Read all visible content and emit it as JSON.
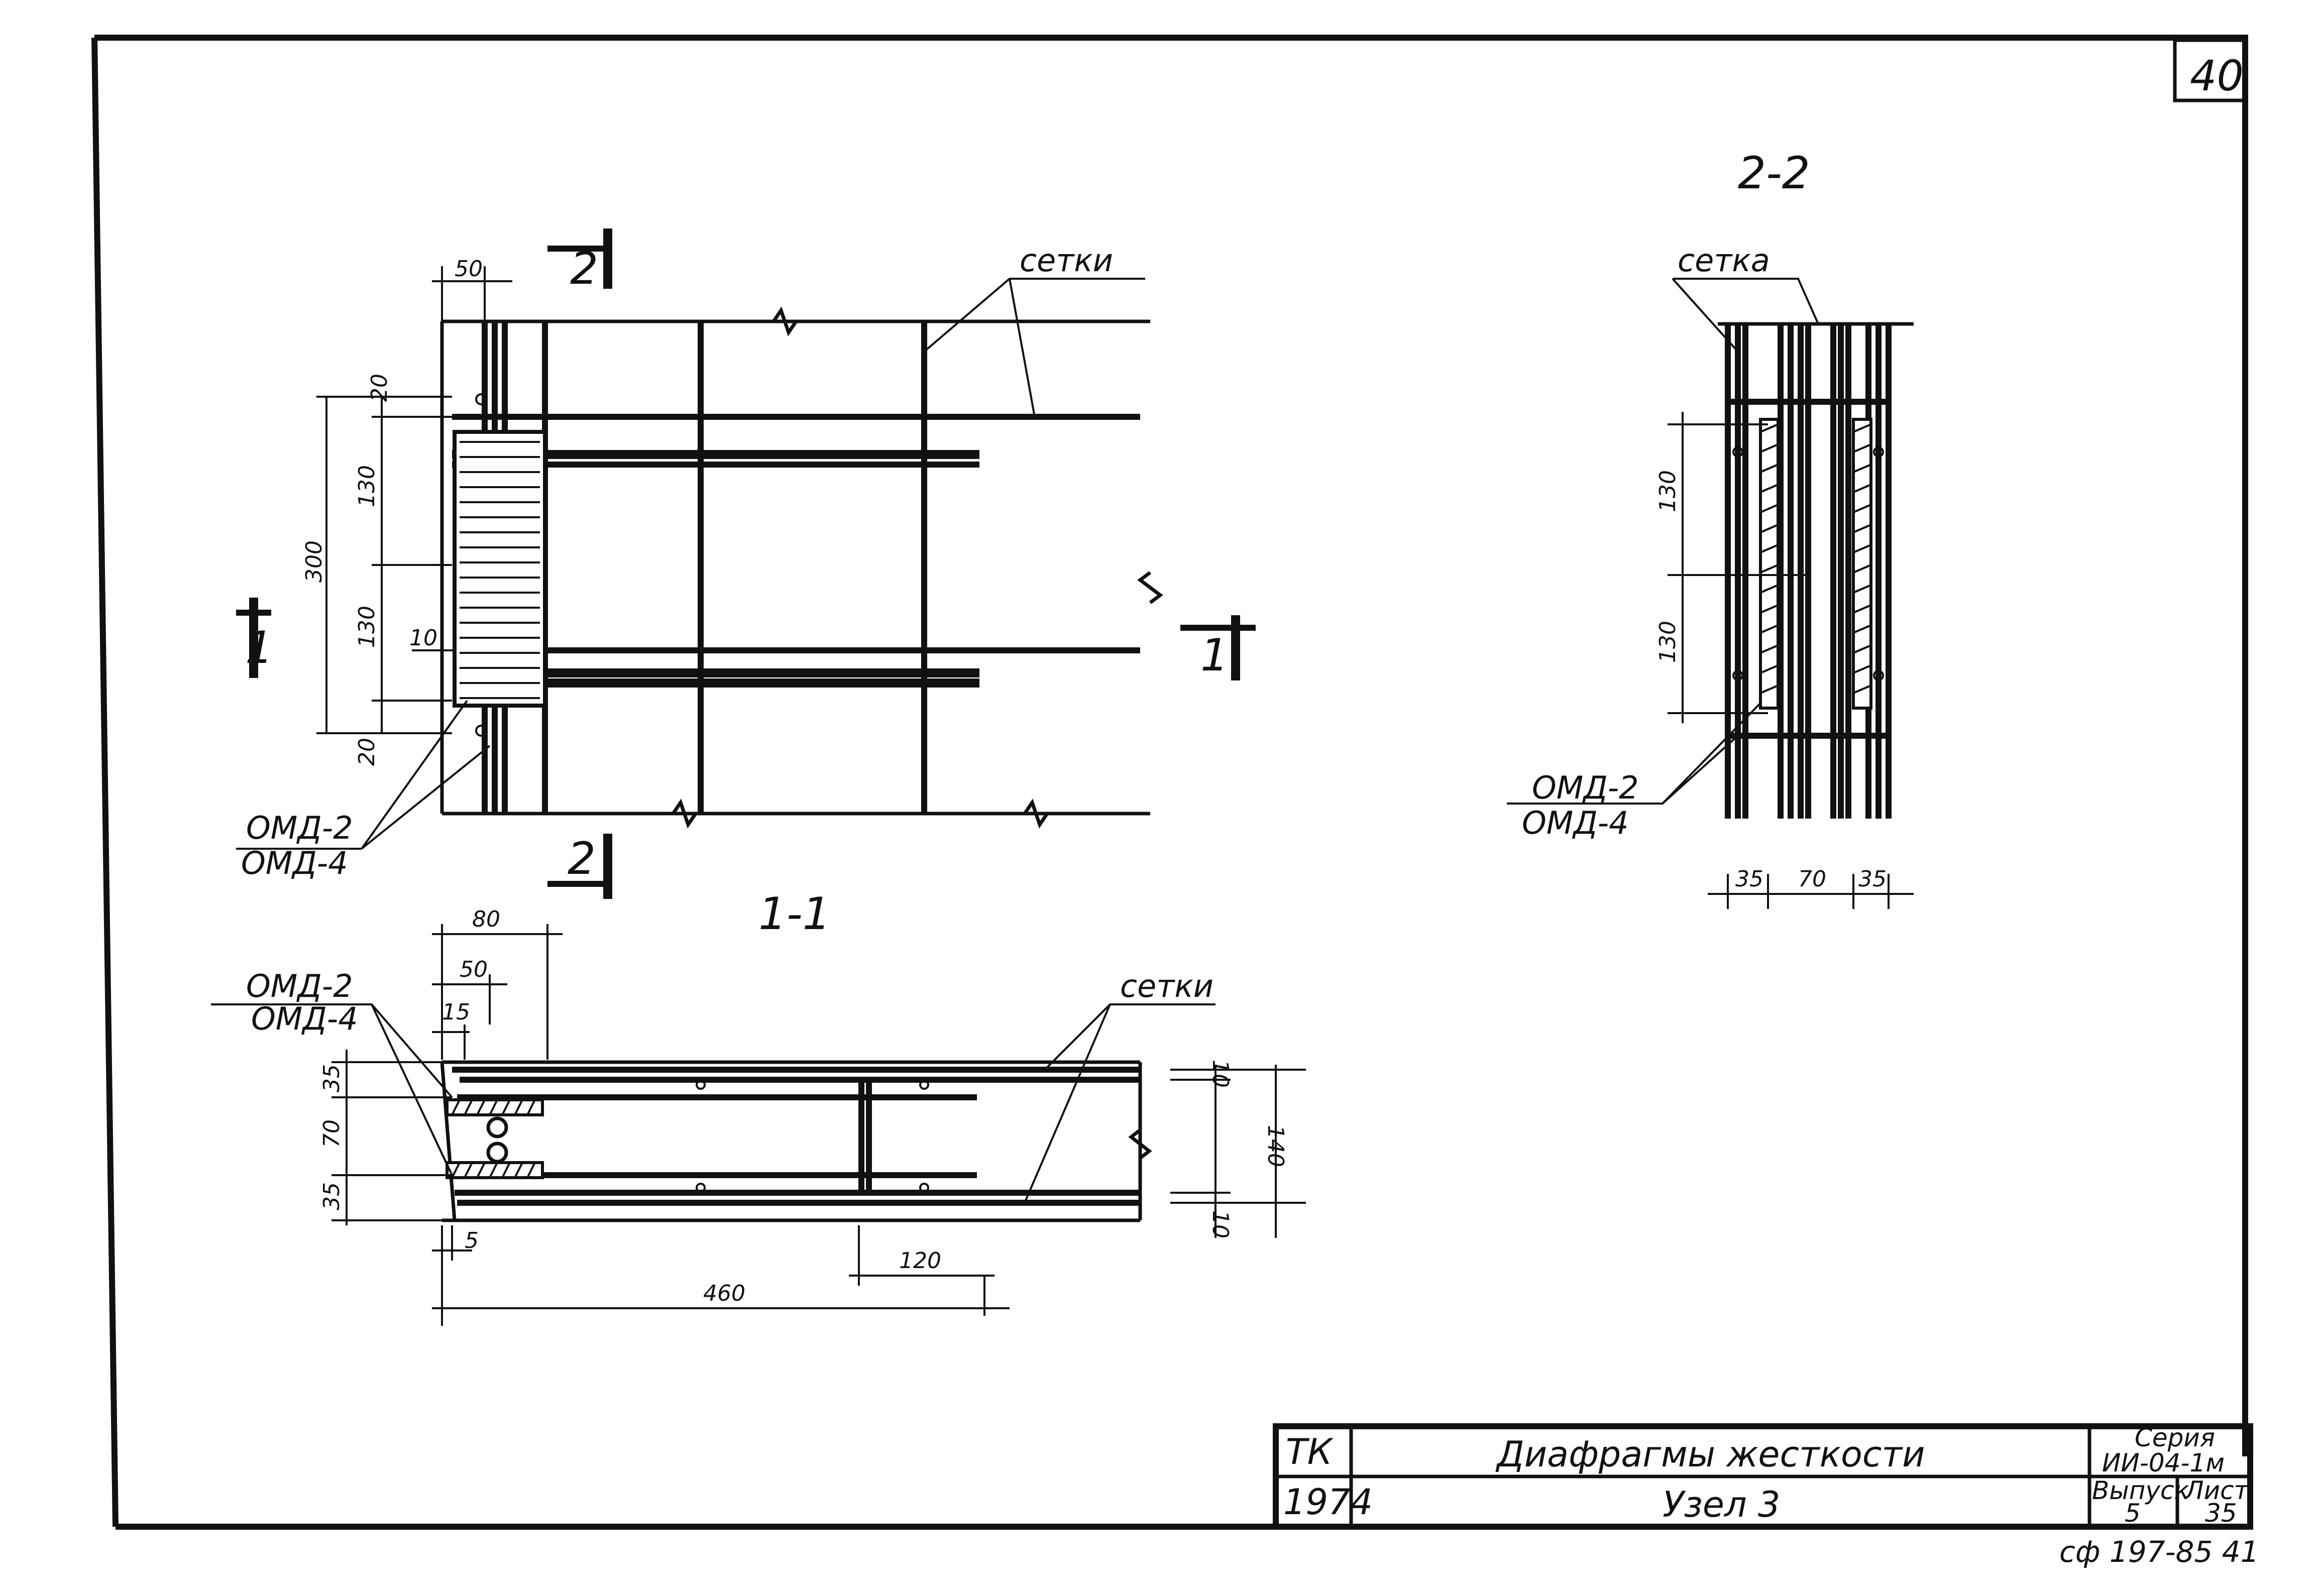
{
  "sheet": {
    "page_number": "40",
    "stamp": "сф 197-85 41"
  },
  "title_block": {
    "org": "ТК",
    "year": "1974",
    "title": "Диафрагмы    жесткости",
    "subtitle": "Узел 3",
    "series_label": "Серия",
    "series_value": "ИИ-04-1м",
    "issue_label": "Выпуск",
    "issue_value": "5",
    "sheet_label": "Лист",
    "sheet_value": "35"
  },
  "elevation": {
    "label_mesh": "сетки",
    "label_omd2": "ОМД-2",
    "label_omd4": "ОМД-4",
    "cut_2": "2",
    "cut_1": "1",
    "dims": {
      "d50": "50",
      "d20a": "20",
      "d130a": "130",
      "d300": "300",
      "d10": "10",
      "d130b": "130",
      "d20b": "20"
    }
  },
  "section_11": {
    "title": "1-1",
    "label_mesh": "сетки",
    "label_omd2": "ОМД-2",
    "label_omd4": "ОМД-4",
    "dims": {
      "d80": "80",
      "d50": "50",
      "d15": "15",
      "d35a": "35",
      "d70": "70",
      "d35b": "35",
      "d5": "5",
      "d460": "460",
      "d120": "120",
      "d10a": "10",
      "d140": "140",
      "d10b": "10"
    }
  },
  "section_22": {
    "title": "2-2",
    "label_mesh": "сетка",
    "label_omd2": "ОМД-2",
    "label_omd4": "ОМД-4",
    "dims": {
      "d130a": "130",
      "d130b": "130",
      "d35a": "35",
      "d70": "70",
      "d35b": "35"
    }
  }
}
